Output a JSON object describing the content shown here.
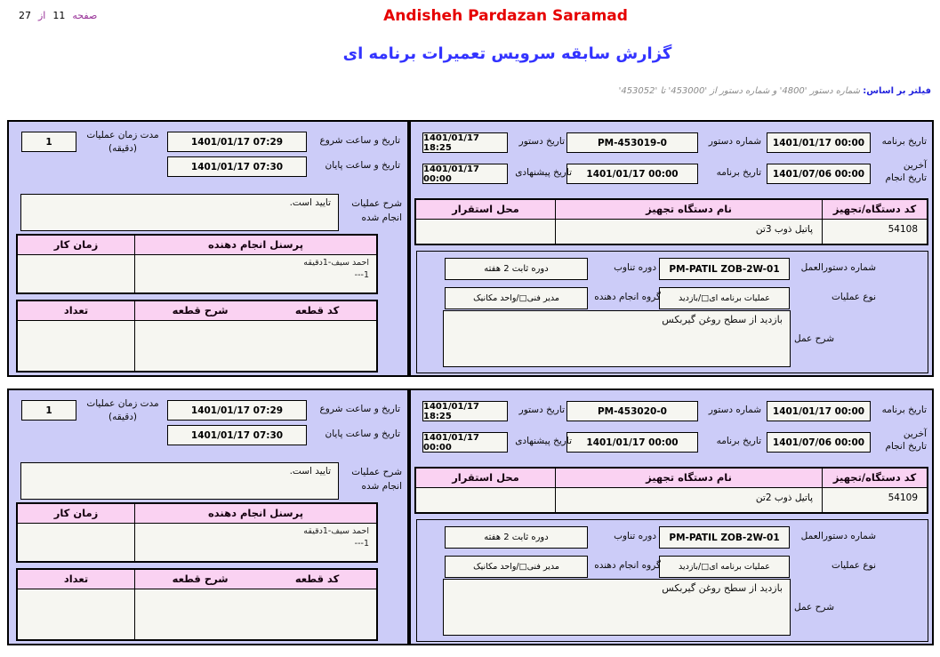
{
  "page_info": {
    "page_word": "صفحه",
    "page_number": "11",
    "of_word": "از",
    "total_pages": "27"
  },
  "header": {
    "company": "Andisheh Pardazan Saramad",
    "title": "گزارش سابقه سرویس تعمیرات برنامه ای",
    "filter_label": "فیلتر بر اساس:",
    "filter_text": "شماره دستور '4800' و شماره دستور از '453000' تا '453052'"
  },
  "colors": {
    "company_red": "#e60000",
    "title_blue": "#3333ff",
    "panel_lavender": "#ccccf8",
    "table_header_pink": "#fad2f2",
    "field_bg": "#f6f6f1",
    "page_word_purple": "#993399"
  },
  "labels": {
    "duration_l1": "مدت زمان عملیات",
    "duration_l2": "(دقیقه)",
    "start": "تاریخ و ساعت شروع",
    "end": "تاریخ و ساعت پایان",
    "ops_l1": "شرح عملیات",
    "ops_l2": "انجام شده",
    "personnel": "پرسنل انجام دهنده",
    "worktime": "زمان کار",
    "part_code": "کد قطعه",
    "part_desc": "شرح قطعه",
    "qty": "تعداد",
    "plan_date": "تاریخ برنامه",
    "order_no": "شماره دستور",
    "order_date": "تاریخ دستور",
    "last_l1": "آخرین",
    "last_l2": "تاریخ انجام",
    "plan_date2": "تاریخ برنامه",
    "proposed": "تاریخ پیشنهادی",
    "device_code": "کد دستگاه/تجهیز",
    "device_name": "نام دستگاه تجهیز",
    "location": "محل استقرار",
    "instruction": "شماره دستورالعمل",
    "cycle": "دوره تناوب",
    "op_type": "نوع عملیات",
    "group": "گروه انجام دهنده",
    "action": "شرح عمل"
  },
  "records": [
    {
      "duration": "1",
      "start": "1401/01/17 07:29",
      "end": "1401/01/17 07:30",
      "ops_desc": "تایید است.",
      "personnel_name": "احمد سیف-1دقیقه",
      "personnel_time": "---1",
      "worktime": "",
      "plan_date": "1401/01/17 00:00",
      "order_no": "PM-453019-0",
      "order_date": "1401/01/17 18:25",
      "last_done": "1401/07/06 00:00",
      "plan_date2": "1401/01/17 00:00",
      "proposed": "1401/01/17 00:00",
      "device_code": "54108",
      "device_name": "پاتیل ذوب 3تن",
      "location": "",
      "instruction": "PM-PATIL ZOB-2W-01",
      "cycle": "دوره ثابت 2 هفته",
      "op_type": "عملیات برنامه ای□/بازدید",
      "group": "مدیر فنی□/واحد مکانیک",
      "action": "بازدید از سطح روغن گیربکس"
    },
    {
      "duration": "1",
      "start": "1401/01/17 07:29",
      "end": "1401/01/17 07:30",
      "ops_desc": "تایید است.",
      "personnel_name": "احمد سیف-1دقیقه",
      "personnel_time": "---1",
      "worktime": "",
      "plan_date": "1401/01/17 00:00",
      "order_no": "PM-453020-0",
      "order_date": "1401/01/17 18:25",
      "last_done": "1401/07/06 00:00",
      "plan_date2": "1401/01/17 00:00",
      "proposed": "1401/01/17 00:00",
      "device_code": "54109",
      "device_name": "پاتیل ذوب 2تن",
      "location": "",
      "instruction": "PM-PATIL ZOB-2W-01",
      "cycle": "دوره ثابت 2 هفته",
      "op_type": "عملیات برنامه ای□/بازدید",
      "group": "مدیر فنی□/واحد مکانیک",
      "action": "بازدید از سطح روغن گیربکس"
    }
  ]
}
